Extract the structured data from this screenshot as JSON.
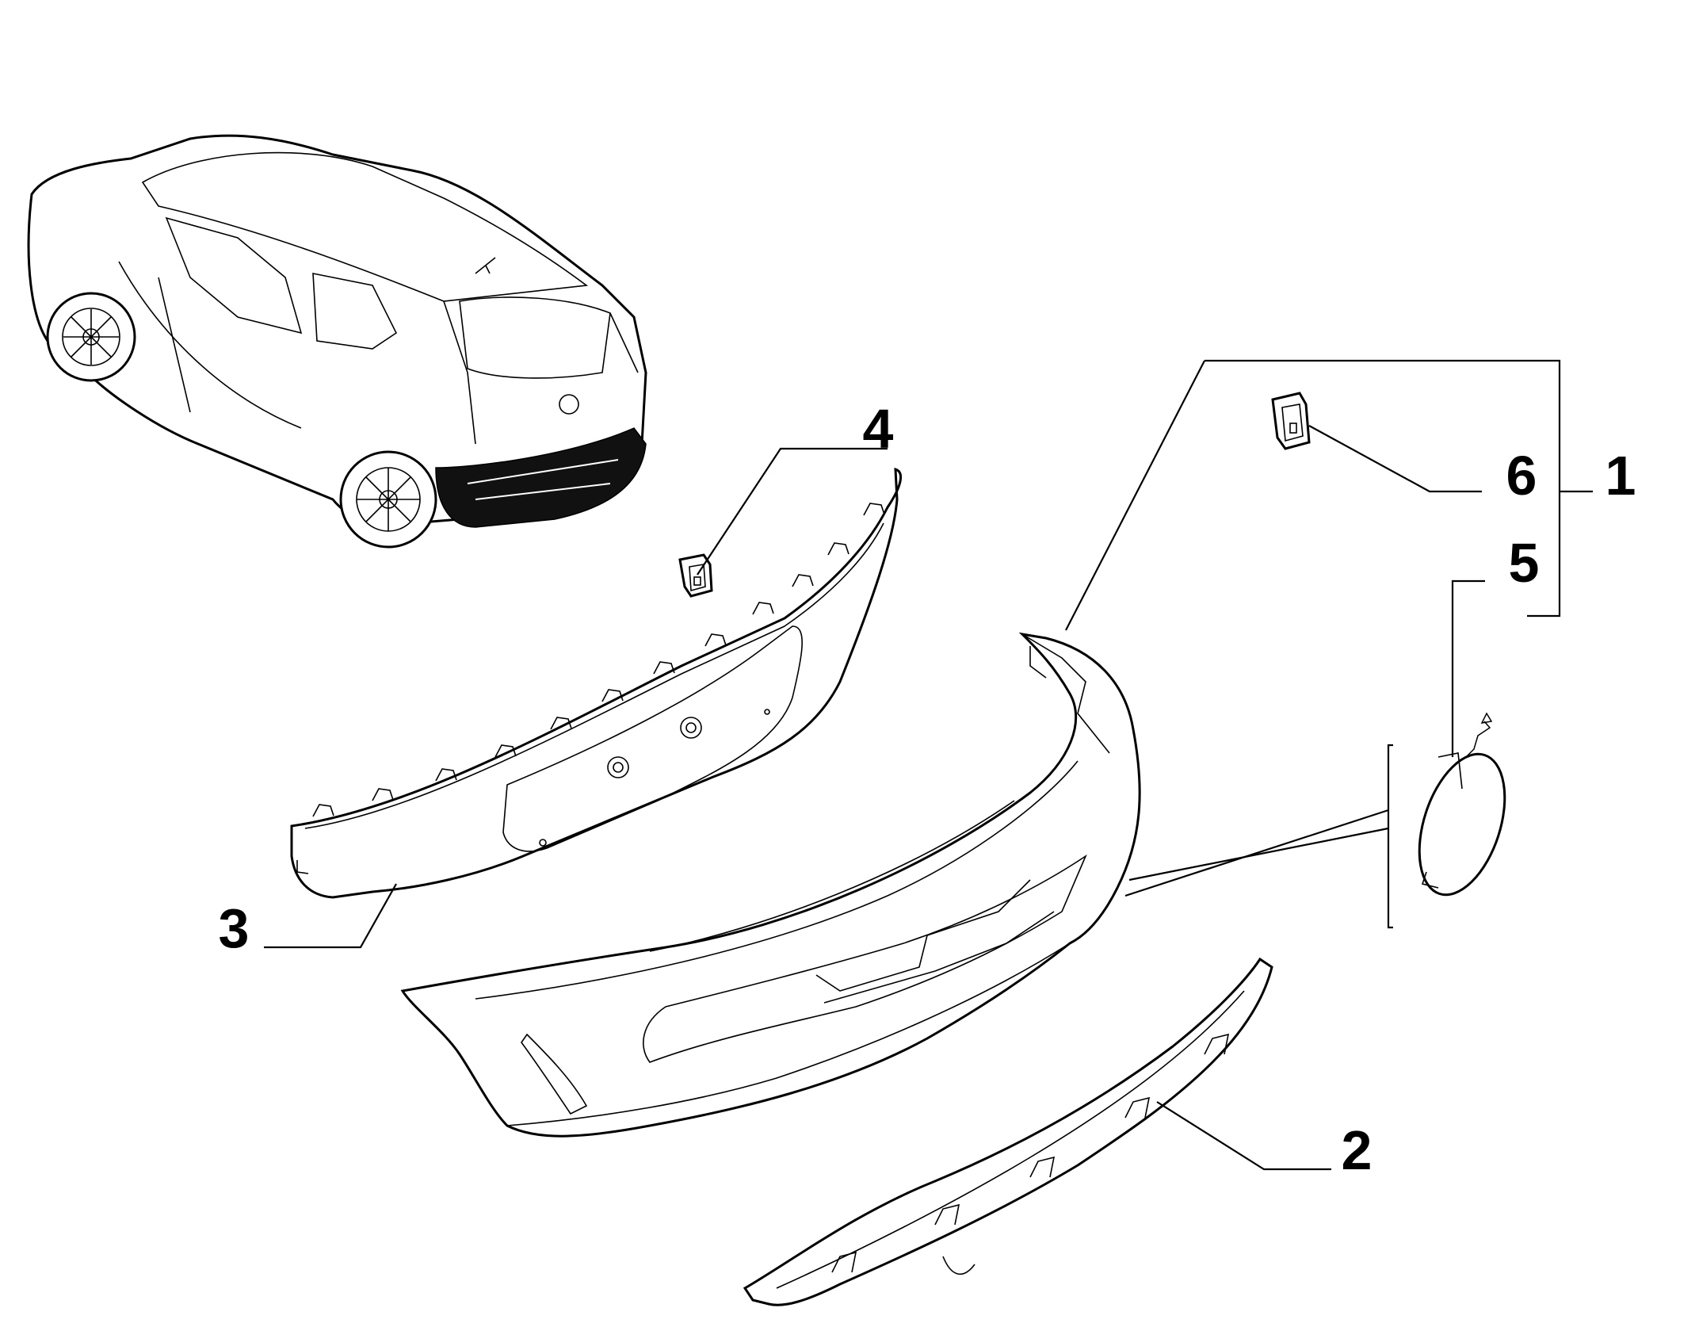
{
  "callouts": {
    "c1": "1",
    "c2": "2",
    "c3": "3",
    "c4": "4",
    "c5": "5",
    "c6": "6"
  },
  "icons": {
    "car": "car-overview-icon",
    "bumper": "rear-bumper-icon",
    "trim": "plate-trim-icon",
    "diffuser": "diffuser-icon",
    "clip": "clip-icon",
    "cap": "tow-hook-cap-icon"
  }
}
